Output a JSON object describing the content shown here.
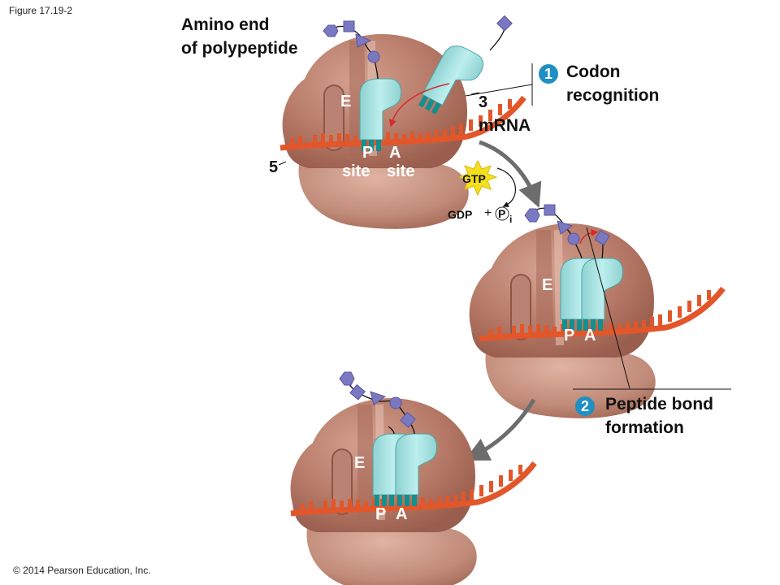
{
  "figure_label": "Figure 17.19-2",
  "copyright": "© 2014 Pearson Education, Inc.",
  "title_label": {
    "line1": "Amino end",
    "line2": "of polypeptide"
  },
  "strand_labels": {
    "three_prime": "3",
    "five_prime": "5",
    "mrna": "mRNA"
  },
  "ribosome_1": {
    "e_site": "E",
    "p_site": "P",
    "a_site": "A",
    "p_sub": "site",
    "a_sub": "site"
  },
  "ribosome_2": {
    "e_site": "E",
    "p_site": "P",
    "a_site": "A"
  },
  "ribosome_3": {
    "e_site": "E",
    "p_site": "P",
    "a_site": "A"
  },
  "energy": {
    "gtp": "GTP",
    "gdp": "GDP",
    "plus": "+",
    "phosphate": "P",
    "phosphate_sub": "i"
  },
  "steps": [
    {
      "number": "1",
      "line1": "Codon",
      "line2": "recognition"
    },
    {
      "number": "2",
      "line1": "Peptide bond",
      "line2": "formation"
    }
  ],
  "colors": {
    "ribosome": "#b77a68",
    "ribosome_dark": "#9a5e4e",
    "trna": "#a8e0e0",
    "trna_stroke": "#4aa6a6",
    "anticodon": "#128f8f",
    "mrna": "#e2562a",
    "amino_acid": "#7b78c2",
    "step_badge": "#1f8fc4",
    "gtp_star": "#f4e01c",
    "arrow_gray": "#6d6d6d",
    "arrow_red": "#d42b2b"
  }
}
